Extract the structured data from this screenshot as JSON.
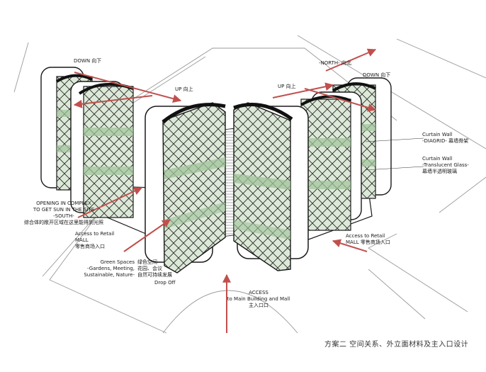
{
  "labels": {
    "down_left": "DOWN 向下",
    "up_left": "UP 向上",
    "north": "-NORTH- 向北",
    "up_right": "UP 向上",
    "down_right": "DOWN 向下",
    "curtain_wall_1_line1": "Curtain Wall",
    "curtain_wall_1_line2": "-DIAGRID- 幕墙骨架",
    "curtain_wall_2_line1": "Curtain Wall",
    "curtain_wall_2_line2": "-Translucent Glass-",
    "curtain_wall_2_line3": "幕墙半透明玻璃",
    "opening_line1": "OPENING IN COMPLEX",
    "opening_line2": "TO GET SUN IN THE SITE",
    "opening_line3": "-SOUTH-",
    "opening_line4": "综合体的敞开区域在这里能得到光照",
    "access_left_line1": "Access to Retail",
    "access_left_line2": "MALL",
    "access_left_line3": "零售商场入口",
    "access_right_line1": "Access to Retail",
    "access_right_line2": "MALL   零售商场入口",
    "green_line1": "Green Spaces",
    "green_line1_cn": "绿色空间",
    "green_line2": "-Gardens, Meeting,",
    "green_line2_cn": "花园、会议",
    "green_line3": "Sustainable, Nature-",
    "green_line3_cn": "自然可持续发展",
    "dropoff": "Drop Off",
    "access_main_line1": "ACCESS",
    "access_main_line2": "to Main Building and Mall",
    "access_main_line3": "主入口口"
  },
  "caption": "方案二  空间关系、外立面材料及主入口设计",
  "colors": {
    "arrow": "#c0504d",
    "glass": "#cfe0c8",
    "outline": "#1a1a1a",
    "band": "#9fc39a"
  }
}
